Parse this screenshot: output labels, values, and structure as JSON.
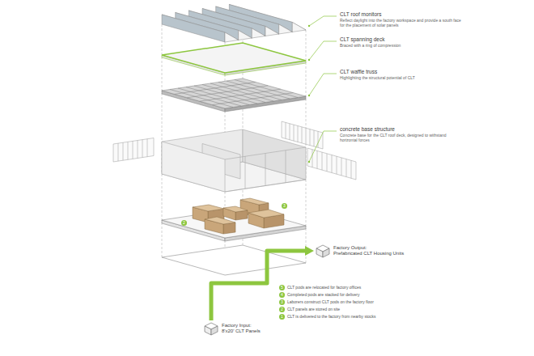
{
  "diagram": {
    "nodes": [
      {
        "text": [
          "Factory Output:",
          "Prefabricated CLT Housing Units"
        ]
      },
      {
        "text": [
          "Factory Input:",
          "8'x20' CLT Panels"
        ]
      }
    ],
    "edges": [
      {
        "from": 1,
        "to": 0,
        "arrow": "to"
      }
    ],
    "labels": [
      "CLT roof monitors",
      "Reflect daylight into the factory workspace and provide a south face for the placement of solar panels",
      "CLT spanning deck",
      "Braced with a ring of compression",
      "CLT waffle truss",
      "Highlighting the structural potential of CLT",
      "concrete base structure",
      "Concrete base for the CLT roof deck, designed to withstand horizontal forces",
      "5",
      "CLT pods are relocated for factory offices",
      "4",
      "Completed pods are stacked for delivery",
      "3",
      "Laborers construct CLT pods on the factory floor",
      "2",
      "CLT panels are stored on site",
      "1",
      "CLT is delivered to the factory from nearby stocks",
      "3",
      "2"
    ]
  }
}
